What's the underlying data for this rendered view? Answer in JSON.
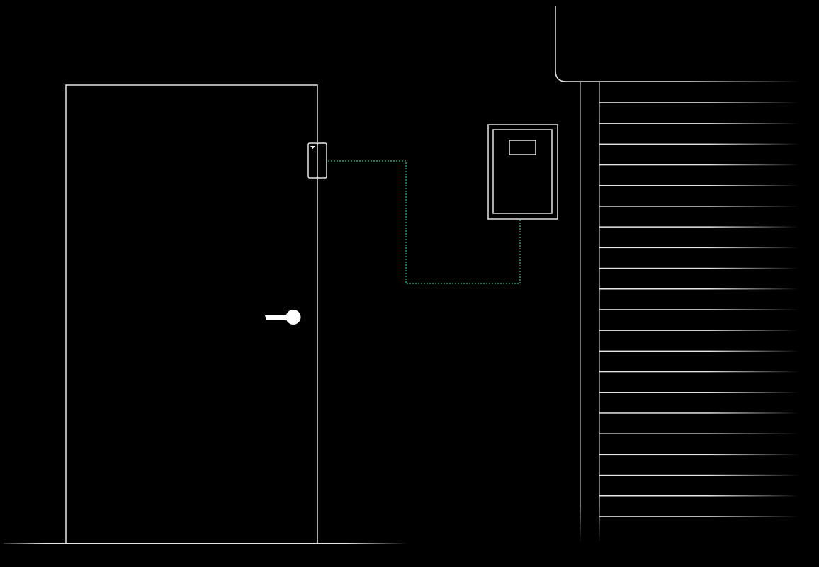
{
  "colors": {
    "background": "#000000",
    "line": "#e6e6e6",
    "wiring": "#1f9e6e"
  },
  "scene": {
    "elements": [
      "door",
      "door-handle",
      "door-contact-sensor",
      "control-panel",
      "wiring",
      "garage-door"
    ],
    "garage_door_slat_count": 22
  }
}
